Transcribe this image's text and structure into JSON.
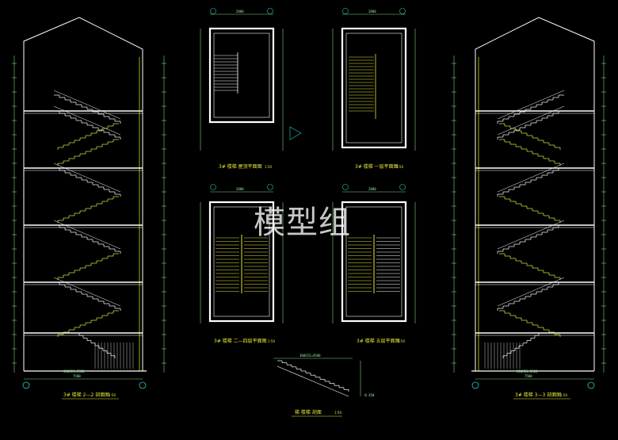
{
  "drawing": {
    "colors": {
      "background": "#000000",
      "wall": "#ffffff",
      "stair": "#e8e83a",
      "dimension": "#7fd67f",
      "axis": "#29c7c7",
      "rail": "#d8d800"
    },
    "titles": {
      "left_section": "3# 楼梯 2—2 剖面图",
      "right_section": "3# 楼梯 3—3 剖面图",
      "plan_roof": "3# 楼梯 屋顶平面图",
      "plan_first": "3# 楼梯 一层平面图",
      "plan_middle": "3# 楼梯 二—四层平面图",
      "plan_fifth": "3# 楼梯 五层平面图",
      "stair_detail": "梯 楼梯 剖面"
    },
    "scales": {
      "left_section": "1:50",
      "right_section": "1:50",
      "plan_roof": "1:50",
      "plan_first": "1:50",
      "plan_middle": "1:50",
      "plan_fifth": "1:50",
      "stair_detail": "1:50"
    },
    "dims": {
      "plan_width": "2800",
      "section_total": "7500",
      "stair_run": "300X11=3300",
      "detail_run": "300X15=4500",
      "elev_ground": "-0.450"
    },
    "watermark": "模型组"
  }
}
